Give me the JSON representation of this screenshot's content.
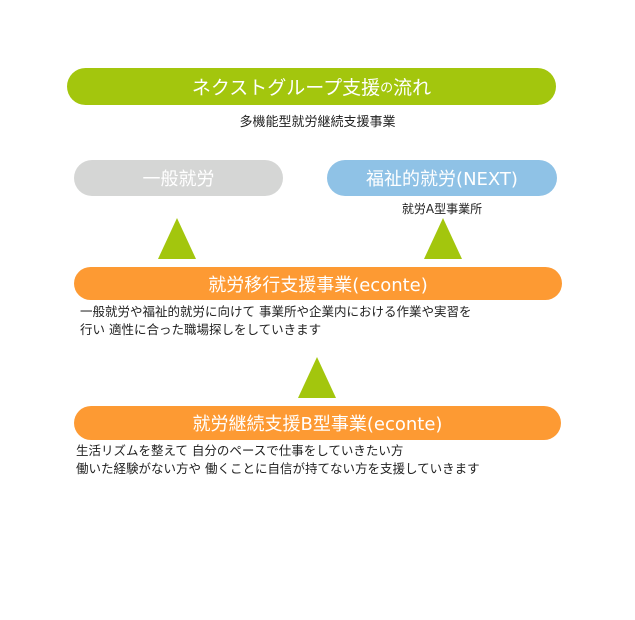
{
  "title": {
    "main_prefix": "ネクストグループ支援",
    "main_particle": "の",
    "main_suffix": "流れ",
    "subtitle": "多機能型就労継続支援事業"
  },
  "top_row": {
    "general_employment": "一般就労",
    "welfare_employment": "福祉的就労(NEXT)",
    "welfare_employment_sub": "就労A型事業所"
  },
  "transition_support": {
    "label": "就労移行支援事業(econte)",
    "description_line1": "一般就労や福祉的就労に向けて 事業所や企業内における作業や実習を",
    "description_line2": "行い 適性に合った職場探しをしていきます"
  },
  "continuation_support_b": {
    "label": "就労継続支援B型事業(econte)",
    "description_line1": "生活リズムを整えて 自分のペースで仕事をしていきたい方",
    "description_line2": "働いた経験がない方や 働くことに自信が持てない方を支援していきます"
  },
  "colors": {
    "green": "#a3c60d",
    "gray": "#d5d6d5",
    "blue": "#8fc2e6",
    "orange": "#fd9a33"
  }
}
